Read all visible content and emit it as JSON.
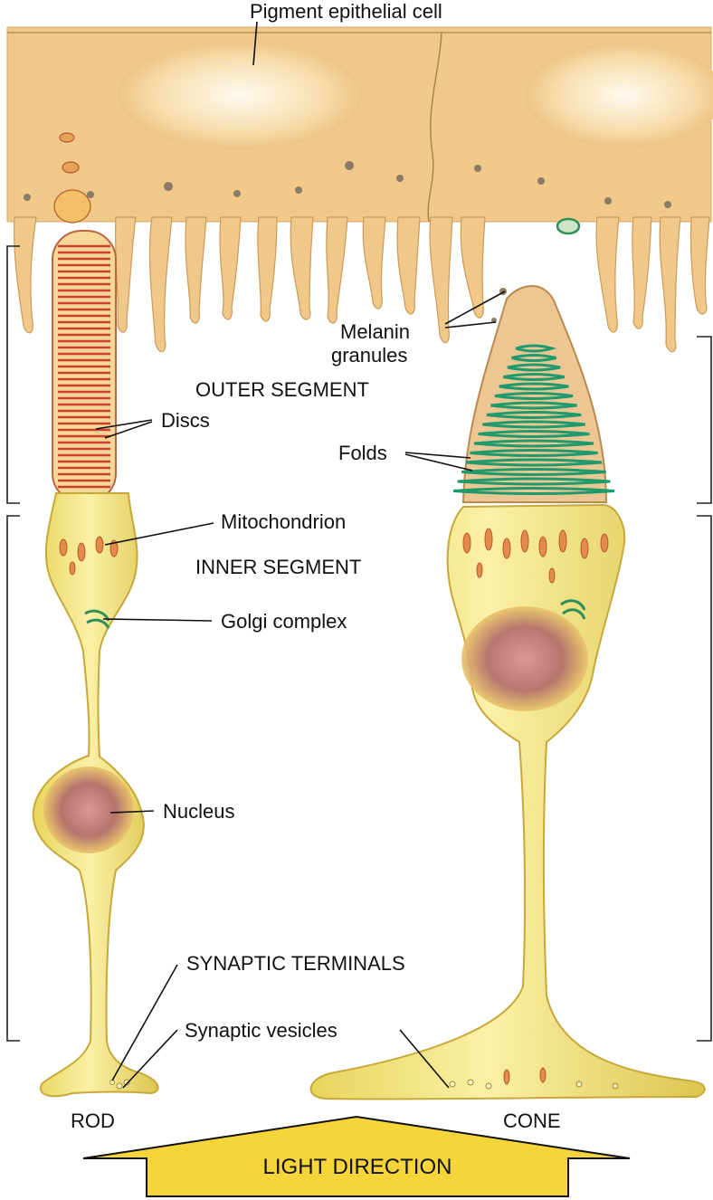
{
  "labels": {
    "pigment_epithelial_cell": "Pigment epithelial cell",
    "melanin_granules_line1": "Melanin",
    "melanin_granules_line2": "granules",
    "outer_segment": "OUTER SEGMENT",
    "discs": "Discs",
    "folds": "Folds",
    "mitochondrion": "Mitochondrion",
    "inner_segment": "INNER SEGMENT",
    "golgi_complex": "Golgi complex",
    "nucleus": "Nucleus",
    "synaptic_terminals": "SYNAPTIC TERMINALS",
    "synaptic_vesicles": "Synaptic vesicles",
    "rod": "ROD",
    "cone": "CONE",
    "light_direction": "LIGHT DIRECTION"
  },
  "colors": {
    "epithelium": "#f0c98a",
    "epithelium_light": "#fbe8c4",
    "cell_body": "#f2e27a",
    "cell_shadow": "#d9c24a",
    "rod_discs": "#c8402e",
    "cone_folds": "#1f9a6c",
    "nucleus": "#b06a6a",
    "mitochondria": "#d9703a",
    "golgi": "#2f8f5a",
    "arrow_fill": "#f5d53a",
    "line": "#111111"
  }
}
